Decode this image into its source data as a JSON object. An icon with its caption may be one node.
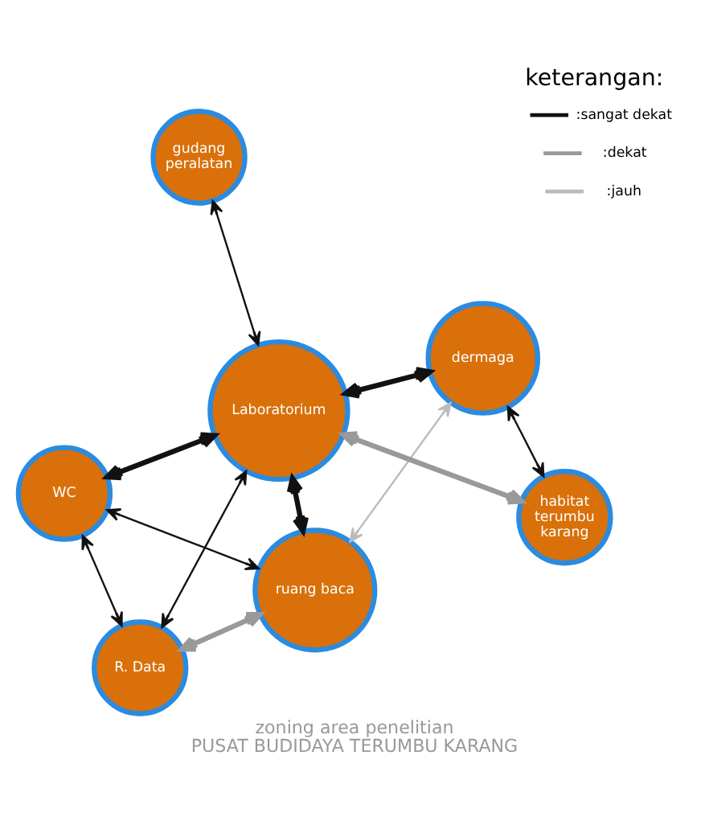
{
  "diagram": {
    "title": "zoning area penelitian",
    "caption": "PUSAT BUDIDAYA TERUMBU KARANG",
    "nodes": [
      {
        "text": [
          "dermaga"
        ]
      },
      {
        "text": [
          "habitat terumbu karang"
        ]
      },
      {
        "text": [
          "ruang baca"
        ]
      },
      {
        "text": [
          "Laboratorium"
        ]
      },
      {
        "text": [
          "gudang peralatan"
        ]
      },
      {
        "text": [
          "WC"
        ]
      },
      {
        "text": [
          "R. Data"
        ]
      }
    ],
    "edges": [
      {
        "from": 1,
        "to": 0,
        "arrow": "both"
      },
      {
        "from": 3,
        "to": 0,
        "arrow": "both",
        "style": "thick"
      },
      {
        "from": 3,
        "to": 1,
        "arrow": "both",
        "color": "#999999",
        "style": "thick"
      },
      {
        "from": 0,
        "to": 2,
        "arrow": "both",
        "color": "#bbbbbb"
      },
      {
        "from": 3,
        "to": 2,
        "arrow": "both",
        "style": "thick"
      },
      {
        "from": 2,
        "to": 5,
        "arrow": "both"
      },
      {
        "from": 2,
        "to": 6,
        "arrow": "both",
        "color": "#999999",
        "style": "thick"
      },
      {
        "from": 3,
        "to": 5,
        "arrow": "both",
        "style": "thick"
      },
      {
        "from": 3,
        "to": 4,
        "arrow": "both"
      },
      {
        "from": 3,
        "to": 6,
        "arrow": "both"
      },
      {
        "from": 6,
        "to": 5,
        "arrow": "both"
      }
    ],
    "labels": [
      "keterangan:"
    ],
    "legend": [
      {
        "text": ":sangat dekat",
        "color": "#111111"
      },
      {
        "text": ":dekat",
        "color": "#999999"
      },
      {
        "text": ":jauh",
        "color": "#bbbbbb"
      }
    ]
  }
}
